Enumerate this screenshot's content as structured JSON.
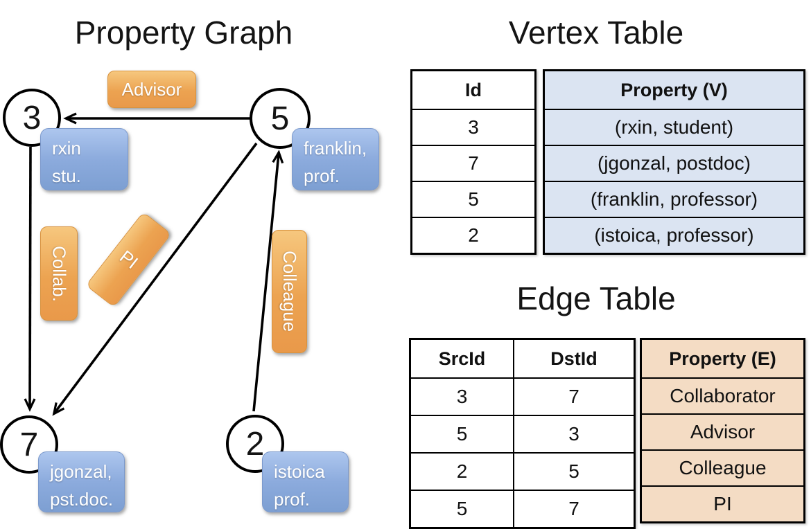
{
  "colors": {
    "edge_accent_orange": "#E9994A",
    "vertex_accent_blue": "#7D9FD2",
    "vertex_table_fill": "#DBE4F2",
    "edge_table_fill": "#F4DCC4",
    "line_black": "#000000"
  },
  "graph": {
    "title": "Property Graph",
    "nodes": {
      "n3": {
        "id": "3",
        "line1": "rxin",
        "line2": "stu."
      },
      "n5": {
        "id": "5",
        "line1": "franklin,",
        "line2": "prof."
      },
      "n7": {
        "id": "7",
        "line1": "jgonzal,",
        "line2": "pst.doc."
      },
      "n2": {
        "id": "2",
        "line1": "istoica",
        "line2": "prof."
      }
    },
    "edges": {
      "advisor": "Advisor",
      "collab": "Collab.",
      "pi": "PI",
      "colleague": "Colleague"
    }
  },
  "vertex_table": {
    "title": "Vertex Table",
    "col_id": "Id",
    "col_property": "Property (V)",
    "rows": [
      {
        "id": "3",
        "property": "(rxin, student)"
      },
      {
        "id": "7",
        "property": "(jgonzal, postdoc)"
      },
      {
        "id": "5",
        "property": "(franklin, professor)"
      },
      {
        "id": "2",
        "property": "(istoica, professor)"
      }
    ]
  },
  "edge_table": {
    "title": "Edge Table",
    "col_src": "SrcId",
    "col_dst": "DstId",
    "col_property": "Property (E)",
    "rows": [
      {
        "src": "3",
        "dst": "7",
        "property": "Collaborator"
      },
      {
        "src": "5",
        "dst": "3",
        "property": "Advisor"
      },
      {
        "src": "2",
        "dst": "5",
        "property": "Colleague"
      },
      {
        "src": "5",
        "dst": "7",
        "property": "PI"
      }
    ]
  }
}
